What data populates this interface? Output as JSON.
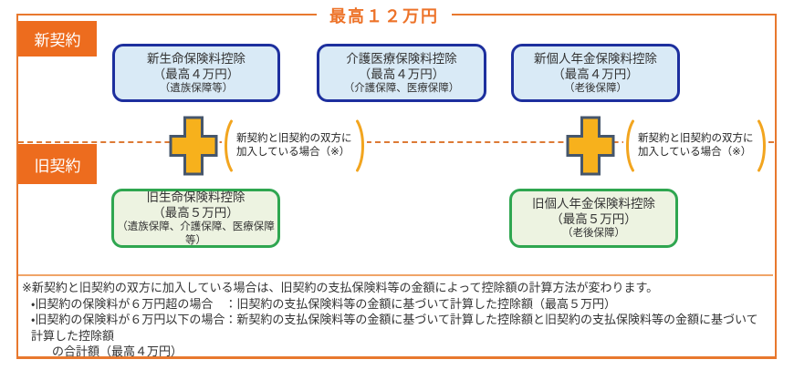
{
  "header": {
    "title": "最高１２万円"
  },
  "row_labels": {
    "new_label": "新契約",
    "old_label": "旧契約"
  },
  "new_boxes": [
    {
      "title": "新生命保険料控除",
      "amount": "（最高４万円）",
      "note": "（遺族保障等）"
    },
    {
      "title": "介護医療保険料控除",
      "amount": "（最高４万円）",
      "note": "（介護保障、医療保障）"
    },
    {
      "title": "新個人年金保険料控除",
      "amount": "（最高４万円）",
      "note": "（老後保障）"
    }
  ],
  "old_boxes": [
    {
      "title": "旧生命保険料控除",
      "amount": "（最高５万円）",
      "note": "（遺族保障、介護保障、医療保障等）"
    },
    {
      "title": "旧個人年金保険料控除",
      "amount": "（最高５万円）",
      "note": "（老後保障）"
    }
  ],
  "plus_annotations": [
    {
      "line1": "新契約と旧契約の双方に",
      "line2": "加入している場合（※）"
    },
    {
      "line1": "新契約と旧契約の双方に",
      "line2": "加入している場合（※）"
    }
  ],
  "footnote": {
    "line1": "※新契約と旧契約の双方に加入している場合は、旧契約の支払保険料等の金額によって控除額の計算方法が変わります。",
    "line2": "・旧契約の保険料が６万円超の場合　：旧契約の支払保険料等の金額に基づいて計算した控除額（最高５万円）",
    "line3": "・旧契約の保険料が６万円以下の場合：新契約の支払保険料等の金額に基づいて計算した控除額と旧契約の支払保険料等の金額に基づいて計算した控除額",
    "line4": "の合計額（最高４万円）"
  },
  "colors": {
    "orange_border": "#E8782E",
    "orange_fill": "#ED6C1E",
    "title_orange": "#ED7329",
    "blue_box_border": "#1D2F9E",
    "blue_box_fill": "#D9EAF6",
    "green_box_border": "#2FA650",
    "green_box_fill": "#EDF3E1",
    "plus_fill": "#F7B11C",
    "plus_stroke": "#46566B",
    "bracket_amber": "#F2A51F",
    "dashed_orange": "#DD7A35",
    "text_dark": "#333333"
  }
}
